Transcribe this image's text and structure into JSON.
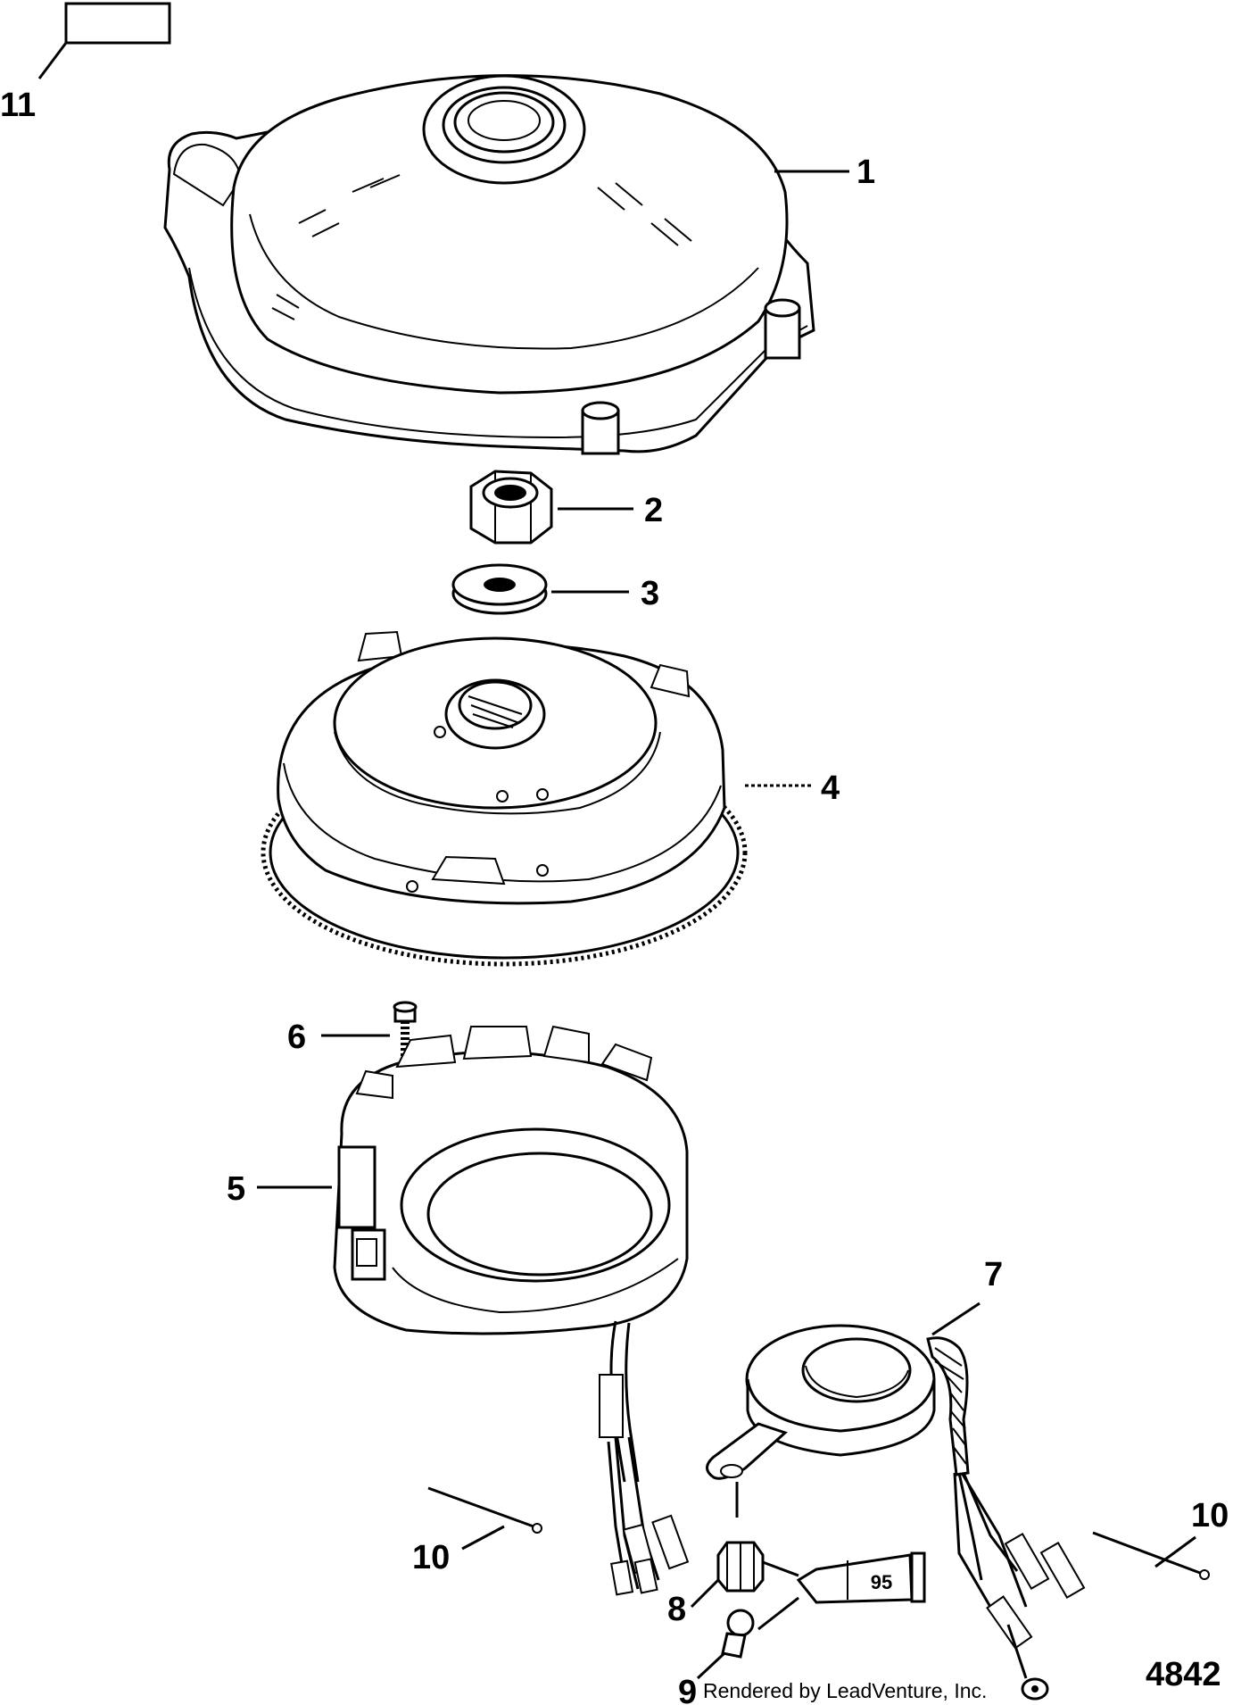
{
  "diagram": {
    "callouts": {
      "c1": "1",
      "c2": "2",
      "c3": "3",
      "c4": "4",
      "c5": "5",
      "c6": "6",
      "c7": "7",
      "c8": "8",
      "c9": "9",
      "c10a": "10",
      "c10b": "10",
      "c11": "11"
    },
    "sealant_tube_label": "95",
    "footer": {
      "credit": "Rendered by LeadVenture, Inc.",
      "figure_id": "4842"
    }
  }
}
